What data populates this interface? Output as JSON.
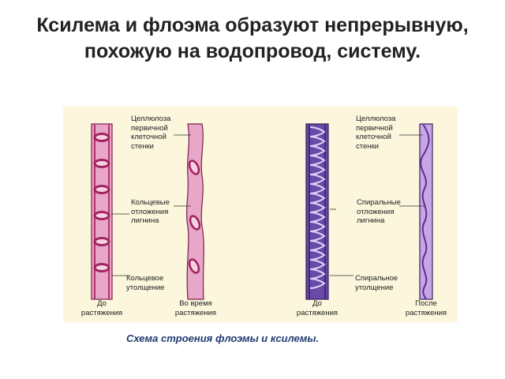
{
  "title": "Ксилема и флоэма образуют непрерывную, похожую на водопровод, систему.",
  "diagram": {
    "labels": {
      "cellulose_left": "Целлюлоза\nпервичной\nклеточной\nстенки",
      "annular_deposits": "Кольцевые\nотложения\nлигнина",
      "annular_thickening": "Кольцевое\nутолщение",
      "cellulose_right": "Целлюлоза\nпервичной\nклеточной\nстенки",
      "spiral_deposits": "Спиральные\nотложения\nлигнина",
      "spiral_thickening": "Спиральное\nутолщение"
    },
    "captions": {
      "before_left": "До\nрастяжения",
      "during": "Во время\nрастяжения",
      "before_right": "До\nрастяжения",
      "after": "После\nрастяжения"
    },
    "colors": {
      "background": "#fbf6dc",
      "annular_fill": "#e8a7c8",
      "annular_ring": "#b0326e",
      "spiral_fill": "#6a4aa8",
      "spiral_tube": "#c7a6e6",
      "outline": "#3d2358"
    }
  },
  "caption": "Схема строения флоэмы и ксилемы."
}
